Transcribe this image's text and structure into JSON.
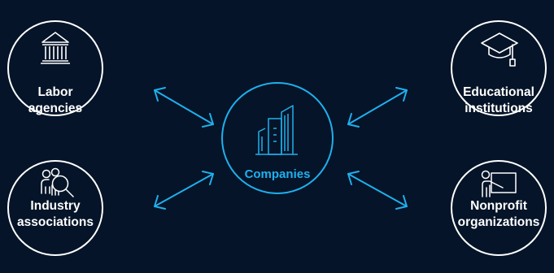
{
  "colors": {
    "background": "#051428",
    "white": "#ffffff",
    "accent": "#1fb0ee"
  },
  "center": {
    "label": "Companies",
    "icon": "buildings-icon"
  },
  "nodes": [
    {
      "id": "labor",
      "line1": "Labor",
      "line2": "agencies",
      "icon": "government-building-icon"
    },
    {
      "id": "industry",
      "line1": "Industry",
      "line2": "associations",
      "icon": "people-magnifier-icon"
    },
    {
      "id": "education",
      "line1": "Educational",
      "line2": "institutions",
      "icon": "graduation-cap-icon"
    },
    {
      "id": "nonprofit",
      "line1": "Nonprofit",
      "line2": "organizations",
      "icon": "presenter-board-icon"
    }
  ]
}
